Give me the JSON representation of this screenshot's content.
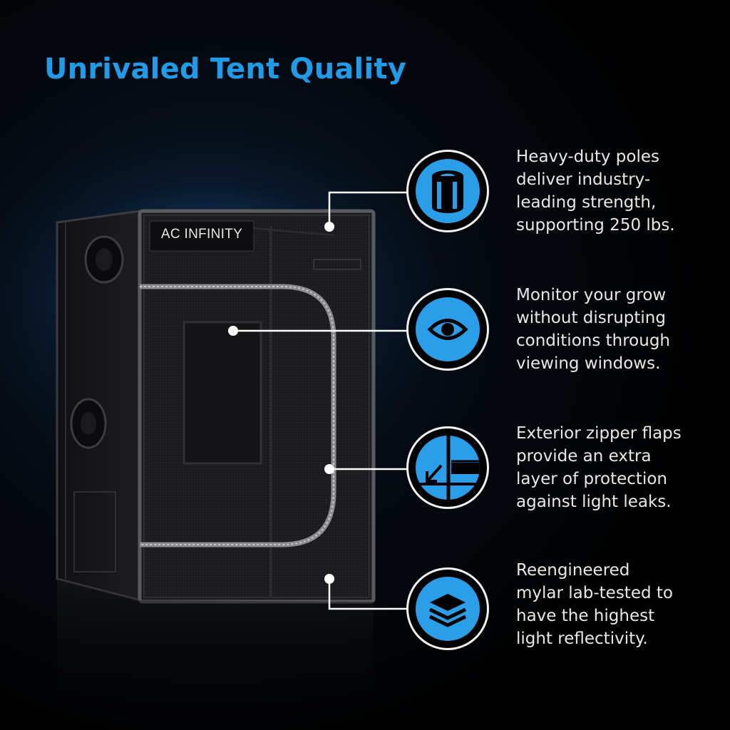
{
  "title": "Unrivaled Tent Quality",
  "brand_label": "AC INFINITY",
  "colors": {
    "accent": "#2a9ee8",
    "title": "#1f9be8",
    "text": "#e8e8e8",
    "background": "#000000"
  },
  "features": [
    {
      "icon": "pole-icon",
      "text": "Heavy-duty poles\ndeliver industry-\nleading strength,\nsupporting 250 lbs."
    },
    {
      "icon": "eye-icon",
      "text": "Monitor your grow\nwithout disrupting\nconditions through\nviewing windows."
    },
    {
      "icon": "zipper-flap-icon",
      "text": "Exterior zipper flaps\nprovide an extra\nlayer of protection\nagainst light leaks."
    },
    {
      "icon": "layers-icon",
      "text": "Reengineered\nmylar lab-tested to\nhave the highest\nlight reflectivity."
    }
  ]
}
